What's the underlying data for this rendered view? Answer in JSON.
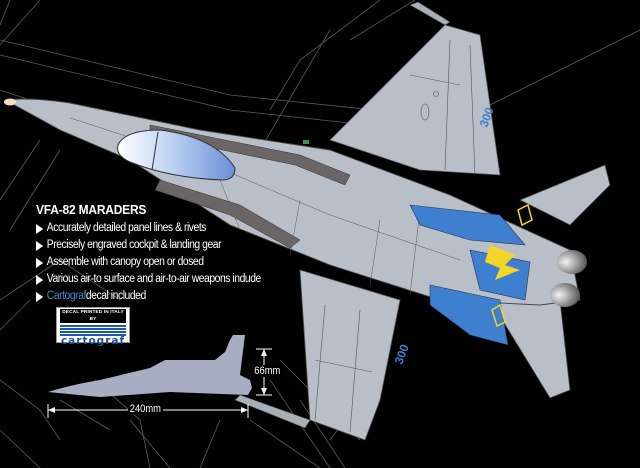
{
  "product": {
    "title": "VFA-82 MARADERS",
    "features": [
      {
        "text": "Accurately detailed panel lines & rivets"
      },
      {
        "text": "Precisely engraved cockpit & landing gear"
      },
      {
        "text": "Assemble with canopy open or dosed"
      },
      {
        "text": "Various air-to surface and air-to-air weapons indude"
      },
      {
        "brand": "Cartograf",
        "text": " decal included"
      }
    ],
    "bullet_icon": "triangle-right-icon"
  },
  "decal_badge": {
    "header": "DECAL PRINTED IN ITALY BY",
    "brand": "cartograf"
  },
  "dimensions": {
    "length": "240mm",
    "height": "66mm"
  },
  "aircraft_markings": {
    "wing_number_upper": "300",
    "wing_number_lower": "300"
  },
  "colors": {
    "background": "#020202",
    "airframe": "#b9bfc8",
    "squadron_blue": "#3f7fd0",
    "insignia_yellow": "#f2d526",
    "canopy": "#a9c3ef",
    "silhouette": "#a7adc2",
    "brand_blue": "#4a86c8"
  }
}
